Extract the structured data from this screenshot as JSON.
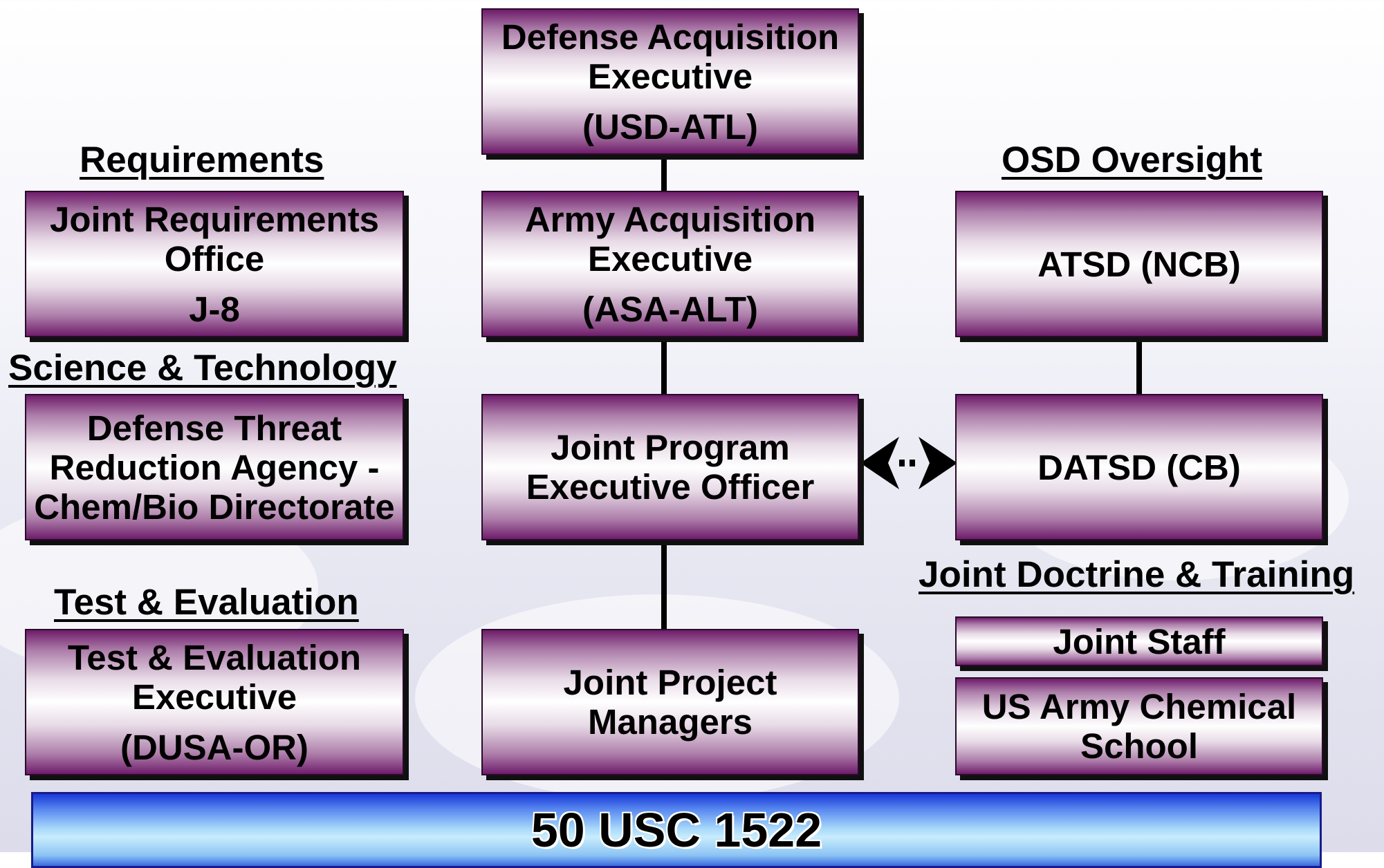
{
  "headings": {
    "requirements": "Requirements",
    "science_technology": "Science & Technology",
    "test_evaluation": "Test & Evaluation",
    "osd_oversight": "OSD Oversight",
    "joint_doctrine_training": "Joint Doctrine & Training"
  },
  "boxes": {
    "dae": {
      "line1": "Defense Acquisition",
      "line2": "Executive",
      "sub": "(USD-ATL)"
    },
    "aae": {
      "line1": "Army Acquisition",
      "line2": "Executive",
      "sub": "(ASA-ALT)"
    },
    "jpeo": {
      "line1": "Joint Program",
      "line2": "Executive Officer"
    },
    "jpm": {
      "line1": "Joint Project",
      "line2": "Managers"
    },
    "jro": {
      "line1": "Joint Requirements",
      "line2": "Office",
      "sub": "J-8"
    },
    "dtra": {
      "line1": "Defense Threat",
      "line2": "Reduction Agency -",
      "line3": "Chem/Bio Directorate"
    },
    "tee": {
      "line1": "Test & Evaluation",
      "line2": "Executive",
      "sub": "(DUSA-OR)"
    },
    "atsd": {
      "line1": "ATSD (NCB)"
    },
    "datsd": {
      "line1": "DATSD (CB)"
    },
    "joint_staff": {
      "line1": "Joint Staff"
    },
    "chem_school": {
      "line1": "US Army Chemical",
      "line2": "School"
    }
  },
  "statute": {
    "label": "50 USC 1522"
  },
  "colors": {
    "box_dark": "#6e1c6a",
    "box_light": "#ffffff",
    "bar_dark": "#1838d8",
    "bar_light": "#c8ecfc"
  }
}
